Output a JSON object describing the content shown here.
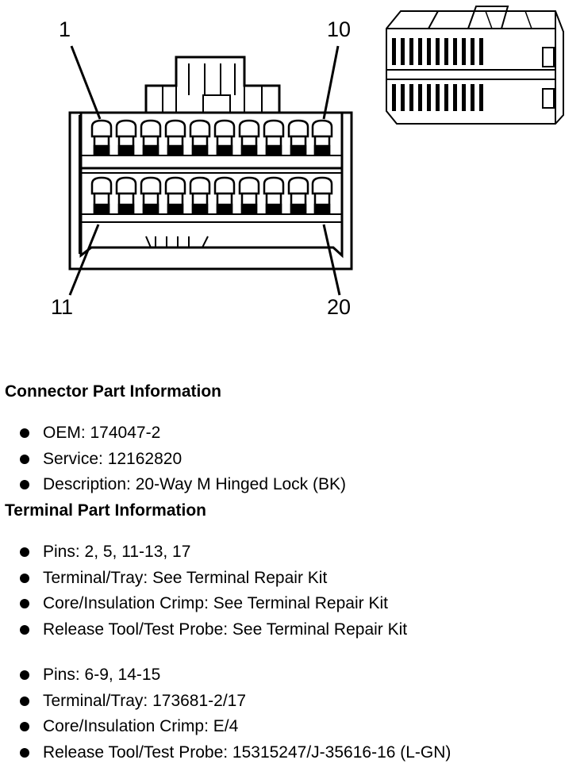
{
  "colors": {
    "ink": "#000000",
    "paper": "#ffffff"
  },
  "diagram": {
    "pin_labels": {
      "top_left": "1",
      "top_right": "10",
      "bottom_left": "11",
      "bottom_right": "20"
    }
  },
  "connector_info": {
    "heading": "Connector Part Information",
    "items": [
      "OEM: 174047-2",
      "Service: 12162820",
      "Description: 20-Way M Hinged Lock (BK)"
    ]
  },
  "terminal_info": {
    "heading": "Terminal Part Information",
    "groups": [
      {
        "items": [
          "Pins: 2, 5, 11-13, 17",
          "Terminal/Tray: See Terminal Repair Kit",
          "Core/Insulation Crimp: See Terminal Repair Kit",
          "Release Tool/Test Probe: See Terminal Repair Kit"
        ]
      },
      {
        "items": [
          "Pins: 6-9, 14-15",
          "Terminal/Tray: 173681-2/17",
          "Core/Insulation Crimp: E/4",
          "Release Tool/Test Probe: 15315247/J-35616-16 (L-GN)"
        ]
      }
    ]
  }
}
